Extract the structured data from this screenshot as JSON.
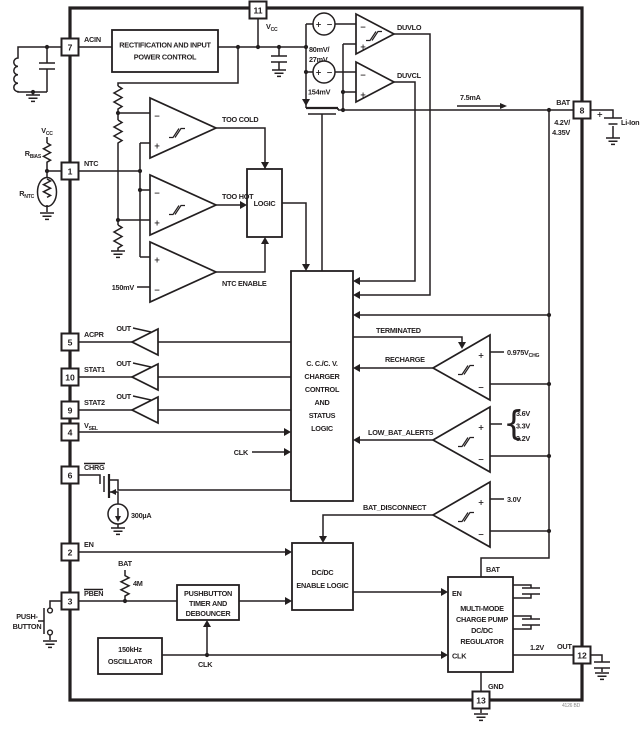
{
  "pins": {
    "p1": "1",
    "p2": "2",
    "p3": "3",
    "p4": "4",
    "p5": "5",
    "p6": "6",
    "p7": "7",
    "p8": "8",
    "p9": "9",
    "p10": "10",
    "p11": "11",
    "p12": "12",
    "p13": "13"
  },
  "labels": {
    "acin": "ACIN",
    "ntc": "NTC",
    "acpr": "ACPR",
    "stat1": "STAT1",
    "stat2": "STAT2",
    "chrg": "CHRG",
    "en": "EN",
    "pben": "PBEN",
    "out": "OUT",
    "gnd": "GND",
    "bat": "BAT",
    "clk": "CLK",
    "liion": "Li-Ion",
    "push1": "PUSH-",
    "push2": "BUTTON"
  },
  "subs": {
    "v": "V",
    "cc": "CC",
    "r": "R",
    "bias": "BIAS",
    "ntc": "NTC",
    "sel": "SEL",
    "chg": "CHG"
  },
  "blocks": {
    "rect_l1": "RECTIFICATION AND INPUT",
    "rect_l2": "POWER CONTROL",
    "logic": "LOGIC",
    "ccv_l1": "C. C./C. V.",
    "ccv_l2": "CHARGER",
    "ccv_l3": "CONTROL",
    "ccv_l4": "AND",
    "ccv_l5": "STATUS",
    "ccv_l6": "LOGIC",
    "dcdc_l1": "DC/DC",
    "dcdc_l2": "ENABLE LOGIC",
    "pb_l1": "PUSHBUTTON",
    "pb_l2": "TIMER AND",
    "pb_l3": "DEBOUNCER",
    "osc_l1": "150kHz",
    "osc_l2": "OSCILLATOR",
    "cp_l1": "MULTI-MODE",
    "cp_l2": "CHARGE PUMP",
    "cp_l3": "DC/DC",
    "cp_l4": "REGULATOR",
    "cp_en": "EN",
    "cp_clk": "CLK",
    "cp_bat": "BAT"
  },
  "comparators": {
    "duvlo": "DUVLO",
    "duvcl": "DUVCL",
    "too_cold": "TOO COLD",
    "too_hot": "TOO HOT",
    "ntc_enable": "NTC ENABLE"
  },
  "signals": {
    "terminated": "TERMINATED",
    "recharge": "RECHARGE",
    "low_bat_alerts": "LOW_BAT_ALERTS",
    "bat_disconnect": "BAT_DISCONNECT"
  },
  "values": {
    "v80": "80mV/",
    "v27": "27mV",
    "v154": "154mV",
    "i75": "7.5mA",
    "vb1": "4.2V/",
    "vb2": "4.35V",
    "vchg": "0.975V",
    "v36": "3.6V",
    "v33": "3.3V",
    "v32": "3.2V",
    "v30": "3.0V",
    "v150": "150mV",
    "i300": "300µA",
    "r4m": "4M",
    "v12": "1.2V"
  },
  "polarity": {
    "plus": "+",
    "minus": "−"
  },
  "misc": {
    "brace": "{",
    "ref": "4126 BD"
  }
}
